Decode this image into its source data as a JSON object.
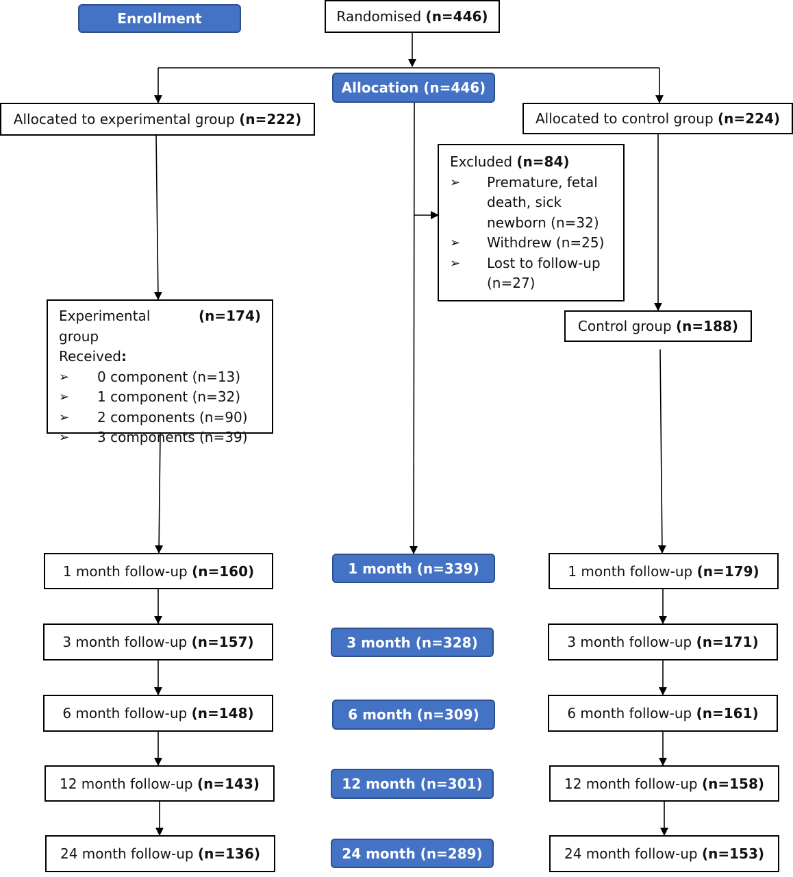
{
  "enrollment": {
    "label": "Enrollment"
  },
  "randomised": {
    "label": "Randomised",
    "n": "(n=446)"
  },
  "allocation": {
    "label": "Allocation (n=446)"
  },
  "experimental_alloc": {
    "label": "Allocated to experimental group",
    "n": "(n=222)"
  },
  "control_alloc": {
    "label": "Allocated to control group",
    "n": "(n=224)"
  },
  "excluded": {
    "title": "Excluded",
    "n": "(n=84)",
    "bullet": "➢",
    "items": [
      {
        "lines": [
          "Premature, fetal",
          "death, sick",
          "newborn (n=32)"
        ]
      },
      {
        "lines": [
          "Withdrew (n=25)"
        ]
      },
      {
        "lines": [
          "Lost to follow-up",
          "(n=27)"
        ]
      }
    ]
  },
  "experimental_group": {
    "title": "Experimental group",
    "n": "(n=174)",
    "received": "Received",
    "colon": ":",
    "bullet": "➢",
    "items": [
      "0 component (n=13)",
      "1 component (n=32)",
      "2 components (n=90)",
      "3 components (n=39)"
    ]
  },
  "control_group": {
    "label": "Control group",
    "n": "(n=188)"
  },
  "experimental_followups": [
    {
      "label": "1 month follow-up",
      "n": "(n=160)"
    },
    {
      "label": "3 month follow-up",
      "n": "(n=157)"
    },
    {
      "label": "6 month follow-up",
      "n": "(n=148)"
    },
    {
      "label": "12 month follow-up",
      "n": "(n=143)"
    },
    {
      "label": "24 month follow-up",
      "n": "(n=136)"
    }
  ],
  "total_followups": [
    {
      "label": "1 month (n=339)"
    },
    {
      "label": "3 month (n=328)"
    },
    {
      "label": "6 month (n=309)"
    },
    {
      "label": "12 month (n=301)"
    },
    {
      "label": "24 month (n=289)"
    }
  ],
  "control_followups": [
    {
      "label": "1 month follow-up",
      "n": "(n=179)"
    },
    {
      "label": "3 month follow-up",
      "n": "(n=171)"
    },
    {
      "label": "6 month follow-up",
      "n": "(n=161)"
    },
    {
      "label": "12 month follow-up",
      "n": "(n=158)"
    },
    {
      "label": "24 month follow-up",
      "n": "(n=153)"
    }
  ],
  "colors": {
    "blue_fill": "#4472c4",
    "blue_border": "#2c4f8f",
    "box_border": "#000000"
  }
}
